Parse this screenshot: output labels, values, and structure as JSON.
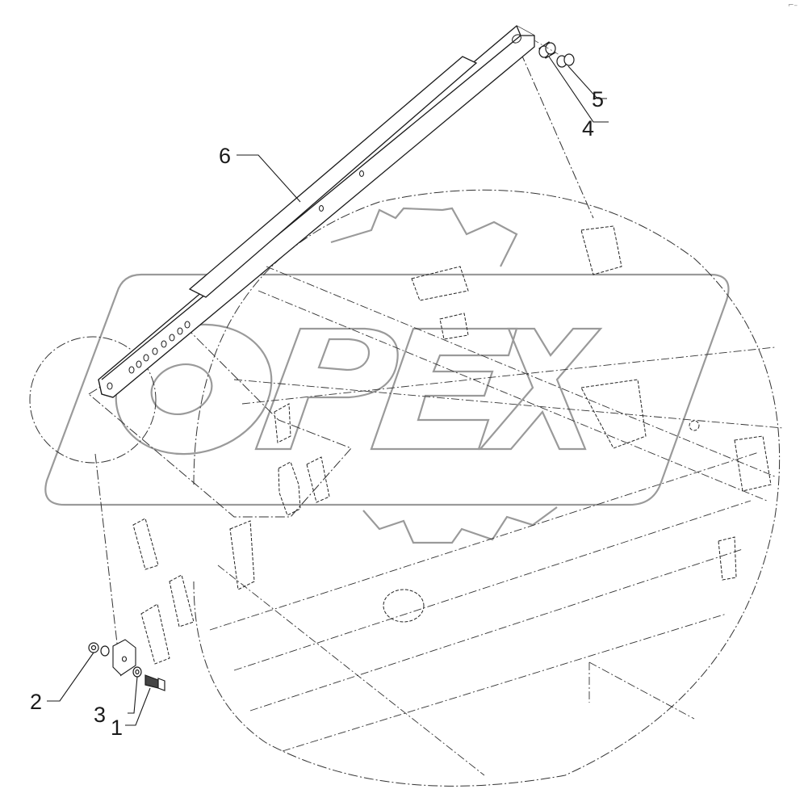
{
  "diagram": {
    "type": "exploded-parts-view",
    "background": "#ffffff",
    "line_color": "#1a1a1a",
    "phantom_line_color": "#333333",
    "watermark": {
      "text": "OPEX",
      "color": "#9a9a9a",
      "shape": "rounded-parallelogram-with-gear"
    },
    "corner_mark": "⌐–",
    "callouts": [
      {
        "id": "1",
        "label": "1",
        "part": "bolt"
      },
      {
        "id": "2",
        "label": "2",
        "part": "nut"
      },
      {
        "id": "3",
        "label": "3",
        "part": "washer"
      },
      {
        "id": "4",
        "label": "4",
        "part": "bushing"
      },
      {
        "id": "5",
        "label": "5",
        "part": "bushing"
      },
      {
        "id": "6",
        "label": "6",
        "part": "adjustment-bar"
      }
    ]
  }
}
